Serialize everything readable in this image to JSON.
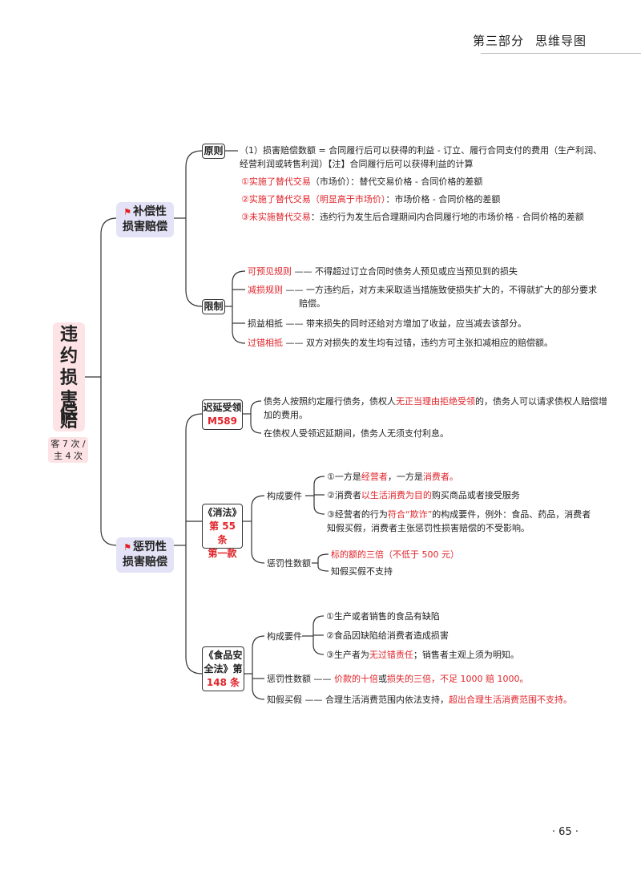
{
  "header": {
    "part": "第三部分",
    "title": "思维导图"
  },
  "root": {
    "title_chars": [
      "违",
      "约",
      "损",
      "害",
      "赔",
      "偿"
    ],
    "note_line1": "客 7 次 /",
    "note_line2": "主 4 次"
  },
  "branch1": {
    "line1": "补偿性",
    "line2": "损害赔偿",
    "principle": {
      "label": "原则",
      "formula_line1": "（1）损害赔偿数额 = 合同履行后可以获得的利益 - 订立、履行合同支付的费用（生产利润、",
      "formula_line2": "经营利润或转售利润）【注】合同履行后可以获得利益的计算",
      "n1_red": "①实施了替代交易",
      "n1_rest": "（市场价）：替代交易价格 - 合同价格的差额",
      "n2_red": "②实施了替代交易（明显高于市场价）",
      "n2_rest": "：市场价格 - 合同价格的差额",
      "n3_red": "③未实施替代交易",
      "n3_rest": "：违约行为发生后合理期间内合同履行地的市场价格 - 合同价格的差额"
    },
    "limit": {
      "label": "限制",
      "r1_label": "可预见规则",
      "r1_text": "—— 不得超过订立合同时债务人预见或应当预见到的损失",
      "r2_label": "减损规则",
      "r2_text_line1": "—— 一方违约后，对方未采取适当措施致使损失扩大的，不得就扩大的部分要求",
      "r2_text_line2": "赔偿。",
      "r3_label": "损益相抵",
      "r3_text": "—— 带来损失的同时还给对方增加了收益，应当减去该部分。",
      "r4_label": "过错相抵",
      "r4_text": "—— 双方对损失的发生均有过错，违约方可主张扣减相应的赔偿额。"
    }
  },
  "branch2": {
    "line1": "惩罚性",
    "line2": "损害赔偿",
    "delay": {
      "label_line1": "迟延受领",
      "label_line2": "M589",
      "t1_a": "债务人按照约定履行债务，债权人",
      "t1_red": "无正当理由拒绝受领",
      "t1_b": "的，债务人可以请求债权人赔偿增",
      "t1_line2": "加的费用。",
      "t2": "在债权人受领迟延期间，债务人无须支付利息。"
    },
    "consumer": {
      "label_line1": "《消法》",
      "label_line2": "第 55 条",
      "label_line3": "第一款",
      "elements_label": "构成要件",
      "e1_a": "①一方是",
      "e1_red1": "经营者",
      "e1_b": "，一方是",
      "e1_red2": "消费者。",
      "e2_a": "②消费者",
      "e2_red": "以生活消费为目的",
      "e2_b": "购买商品或者接受服务",
      "e3_a": "③经营者的行为",
      "e3_red": "符合“欺诈”",
      "e3_b": "的构成要件，例外：食品、药品，消费者",
      "e3_line2": "知假买假，消费者主张惩罚性损害赔偿的不受影响。",
      "amount_label": "惩罚性数额",
      "a1_red": "标的额的三倍（不低于 500 元）",
      "a2": "知假买假不支持"
    },
    "food": {
      "label_line1": "《食品安",
      "label_line2": "全法》第",
      "label_line3": "148 条",
      "elements_label": "构成要件",
      "e1": "①生产或者销售的食品有缺陷",
      "e2": "②食品因缺陷给消费者造成损害",
      "e3_a": "③生产者为",
      "e3_red": "无过错责任",
      "e3_b": "；销售者主观上须为明知。",
      "amount_label": "惩罚性数额 ——",
      "amt_red1": "价款的十倍",
      "amt_b": "或",
      "amt_red2": "损失的三倍，不足 1000 赔 1000。",
      "knowing_label": "知假买假 ——",
      "knowing_a": "合理生活消费范围内依法支持，",
      "knowing_red": "超出合理生活消费范围不支持。"
    }
  },
  "page": {
    "number": "· 65 ·"
  },
  "colors": {
    "accent_red": "#e0242a",
    "root_bg": "#fde3e5",
    "l1_bg": "#e4e2f6"
  }
}
